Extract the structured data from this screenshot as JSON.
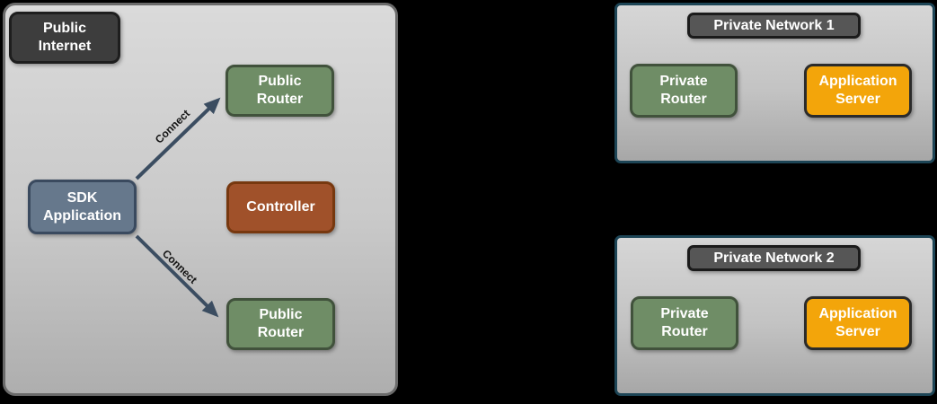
{
  "colors": {
    "background": "#000000",
    "zone_border_gray": "#6a6a6a",
    "zone_fill_top": "#dadada",
    "zone_fill_bottom": "#aeaeae",
    "network_border_blue": "#1d4556",
    "node_dark_fill": "#3d3d3d",
    "node_dark_border": "#1e1e1e",
    "node_green_fill": "#6f8d66",
    "node_green_border": "#41523c",
    "node_slate_fill": "#66788c",
    "node_slate_border": "#3a4a5f",
    "node_rust_fill": "#a0512a",
    "node_rust_border": "#77380f",
    "node_orange_fill": "#f3a50a",
    "node_orange_border": "#2b2b2b",
    "network_title_fill": "#565656",
    "network_title_border": "#1b1b1b",
    "arrow_color": "#3b4d61",
    "edge_label_color": "#141414"
  },
  "public_internet": {
    "badge": "Public\nInternet",
    "public_router_top": "Public\nRouter",
    "sdk_application": "SDK\nApplication",
    "controller": "Controller",
    "public_router_bottom": "Public\nRouter",
    "connect_top": "Connect",
    "connect_bottom": "Connect"
  },
  "private_network_1": {
    "title": "Private Network 1",
    "private_router": "Private\nRouter",
    "application_server": "Application\nServer"
  },
  "private_network_2": {
    "title": "Private Network 2",
    "private_router": "Private\nRouter",
    "application_server": "Application\nServer"
  }
}
